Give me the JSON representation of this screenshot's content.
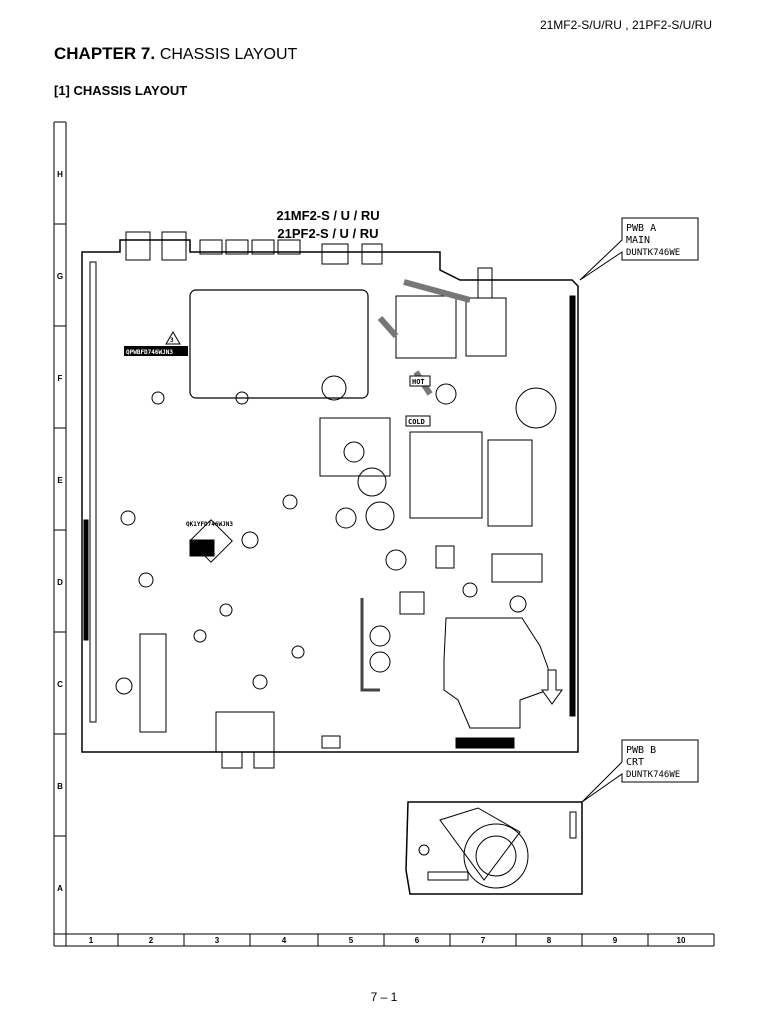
{
  "header": {
    "model": "21MF2-S/U/RU , 21PF2-S/U/RU"
  },
  "chapter": {
    "number": "CHAPTER 7.",
    "name": "CHASSIS LAYOUT"
  },
  "section": {
    "title": "[1] CHASSIS LAYOUT"
  },
  "board_title": {
    "line1": "21MF2-S / U / RU",
    "line2": "21PF2-S / U / RU"
  },
  "pwb_a": {
    "line1": "PWB  A",
    "line2": "MAIN",
    "line3": "DUNTK746WE"
  },
  "pwb_b": {
    "line1": "PWB  B",
    "line2": "CRT",
    "line3": "DUNTK746WE"
  },
  "board_labels": {
    "hot": "HOT",
    "cold": "COLD",
    "label_3": "3",
    "part_code": "QPWBFD746WJN3",
    "ic_code": "QK1YFD746WJN3"
  },
  "grid": {
    "rows": [
      "H",
      "G",
      "F",
      "E",
      "D",
      "C",
      "B",
      "A"
    ],
    "cols": [
      "1",
      "2",
      "3",
      "4",
      "5",
      "6",
      "7",
      "8",
      "9",
      "10"
    ]
  },
  "footer": {
    "page_number": "7 – 1"
  }
}
